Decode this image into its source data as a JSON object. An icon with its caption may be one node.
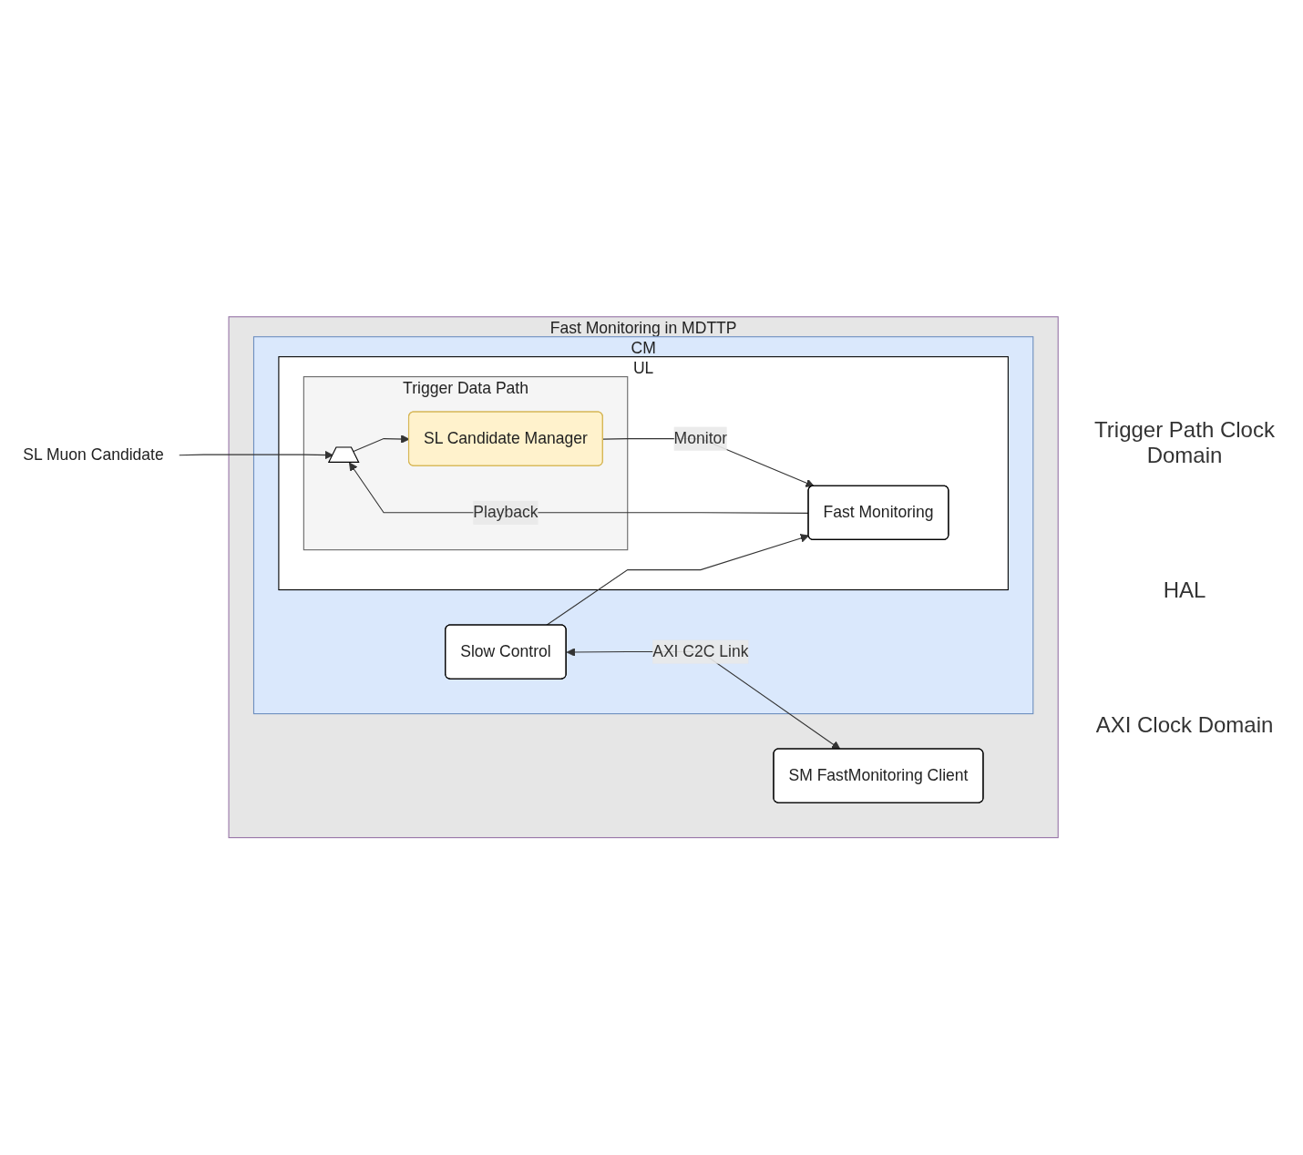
{
  "diagram": {
    "nodes": [
      {
        "text": [
          "Fast Monitoring in MDTTP"
        ]
      },
      {
        "text": [
          "CM"
        ],
        "in": 0
      },
      {
        "text": [
          "UL"
        ],
        "in": 1
      },
      {
        "text": [
          "Trigger Data Path"
        ],
        "in": 2
      },
      {
        "text": [],
        "shape": "trapezoid",
        "in": 3
      },
      {
        "text": [
          "SL Candidate Manager"
        ],
        "in": 3
      },
      {
        "text": [
          "Fast Monitoring"
        ],
        "in": 2
      },
      {
        "text": [
          "Slow Control"
        ],
        "in": 1
      },
      {
        "text": [
          "SM FastMonitoring Client"
        ],
        "in": 0
      },
      {
        "text": [
          "SL Muon Candidate"
        ]
      }
    ],
    "edges": [
      {
        "from": 9,
        "to": 4,
        "arrow": "to"
      },
      {
        "from": 4,
        "to": 5,
        "arrow": "to"
      },
      {
        "from": 5,
        "to": 6,
        "arrow": "to",
        "label": "Monitor"
      },
      {
        "from": 6,
        "to": 4,
        "arrow": "to",
        "label": "Playback"
      },
      {
        "from": 7,
        "to": 6,
        "arrow": "to"
      },
      {
        "from": 7,
        "to": 8,
        "arrow": "both",
        "label": "AXI C2C Link"
      }
    ],
    "labels": [
      "Trigger Path Clock Domain",
      "HAL",
      "AXI Clock Domain"
    ]
  }
}
